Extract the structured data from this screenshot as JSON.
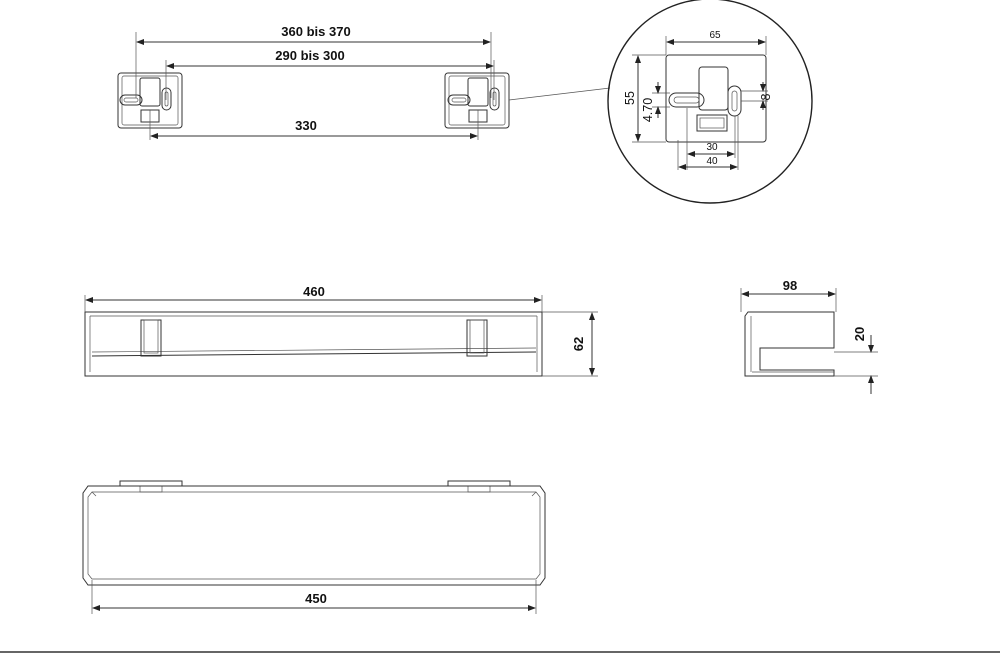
{
  "dimensions": {
    "top_span_outer": "360  bis 370",
    "top_span_inner": "290  bis 300",
    "top_bracket_distance": "330",
    "detail_width": "65",
    "detail_height": "55",
    "detail_slot_width": "4.70",
    "detail_slot_height": "8",
    "detail_hole_30": "30",
    "detail_hole_40": "40",
    "front_length": "460",
    "front_height": "62",
    "side_depth": "98",
    "side_lip": "20",
    "bottom_length": "450"
  }
}
